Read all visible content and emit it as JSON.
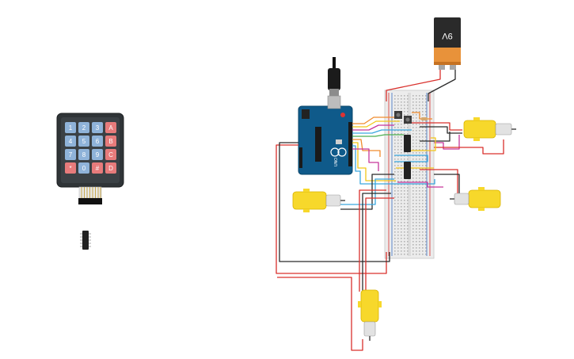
{
  "canvas": {
    "background": "#ffffff"
  },
  "keypad": {
    "keys": [
      "1",
      "2",
      "3",
      "A",
      "4",
      "5",
      "6",
      "B",
      "7",
      "8",
      "9",
      "C",
      "*",
      "0",
      "#",
      "D"
    ],
    "number_key_color": "#8fb3d9",
    "letter_key_color": "#e77b7b"
  },
  "battery": {
    "label": "9V"
  },
  "arduino": {
    "model_label": "UNO"
  },
  "components": {
    "dc_motor_count": 4,
    "breadboard": "half-size",
    "ic_chip_count": 3,
    "pushbutton_count": 2
  },
  "colors": {
    "wire_red": "#d9302c",
    "wire_black": "#2b2b2b",
    "wire_orange": "#f08c2e",
    "wire_yellow": "#f2c618",
    "wire_blue": "#3aa7df",
    "wire_magenta": "#c7369b",
    "wire_green": "#4caf50",
    "motor_yellow": "#f7d82b",
    "arduino_blue": "#0f5a8a",
    "breadboard": "#ececec"
  }
}
